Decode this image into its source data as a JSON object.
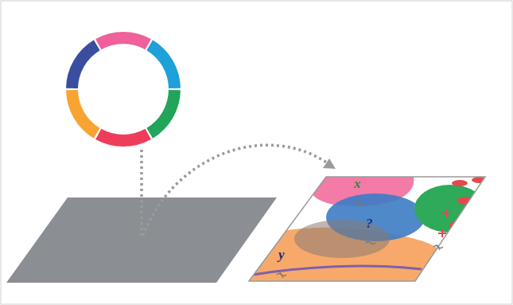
{
  "diagram": {
    "labels": [
      "x",
      "?",
      "y"
    ]
  }
}
